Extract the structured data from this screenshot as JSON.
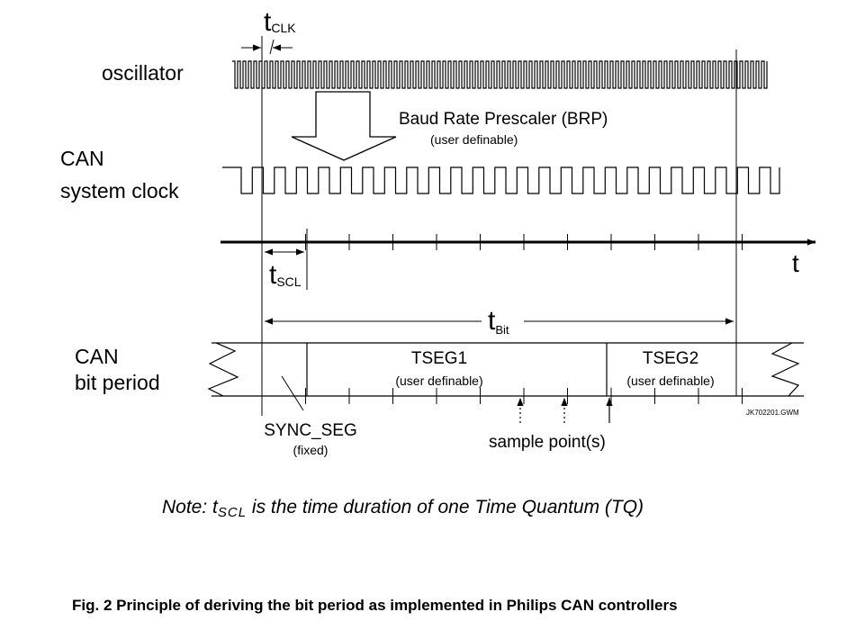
{
  "diagram": {
    "t_clk": {
      "main": "t",
      "sub": "CLK"
    },
    "oscillator_label": "oscillator",
    "brp_label": "Baud Rate Prescaler (BRP)",
    "brp_note": "(user definable)",
    "can_label": "CAN",
    "system_clock_label": "system clock",
    "time_axis_label": "t",
    "t_scl": {
      "main": "t",
      "sub": "SCL"
    },
    "t_bit": {
      "main": "t",
      "sub": "Bit"
    },
    "bit_period_label_1": "CAN",
    "bit_period_label_2": "bit period",
    "tseg1_label": "TSEG1",
    "tseg1_note": "(user definable)",
    "tseg2_label": "TSEG2",
    "tseg2_note": "(user definable)",
    "sync_seg_label": "SYNC_SEG",
    "sync_seg_note": "(fixed)",
    "sample_point_label": "sample point(s)",
    "file_code": "JK702201.GWM"
  },
  "note": {
    "prefix": "Note: t",
    "sub": "SCL",
    "suffix": " is the time duration of one Time Quantum (TQ)"
  },
  "caption": "Fig. 2  Principle of deriving the bit period as implemented in Philips CAN controllers"
}
